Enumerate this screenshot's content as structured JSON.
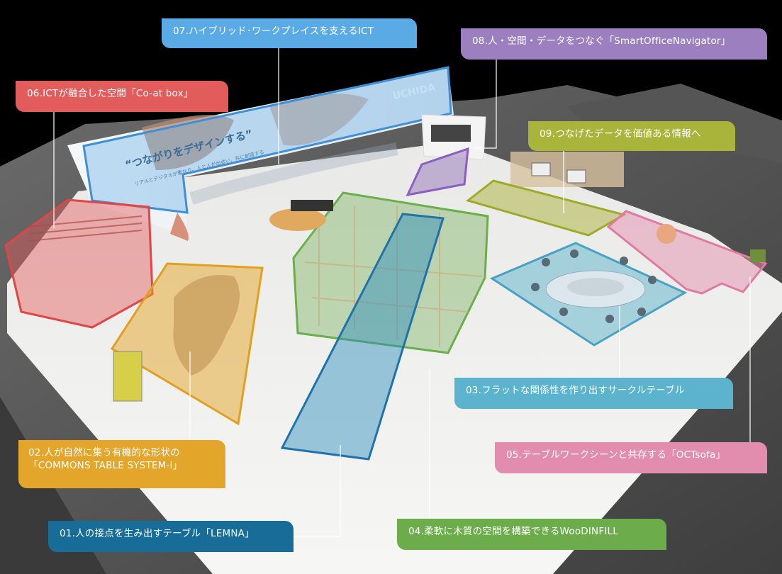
{
  "callouts": {
    "c01": "01.人の接点を生み出すテーブル「LEMNA」",
    "c02_line1": "02.人が自然に集う有機的な形状の",
    "c02_line2": "「COMMONS TABLE SYSTEM-i」",
    "c03": "03.フラットな関係性を作り出すサークルテーブル",
    "c04": "04.柔軟に木質の空間を構築できるWooDINFILL",
    "c05": "05.テーブルワークシーンと共存する「OCTsofa」",
    "c06": "06.ICTが融合した空間「Co-at box」",
    "c07": "07.ハイブリッド･ワークプレイスを支えるICT",
    "c08": "08.人・空間・データをつなぐ「SmartOfficeNavigator」",
    "c09": "09.つなげたデータを価値ある情報へ"
  },
  "wall": {
    "brand": "UCHIDA",
    "slogan": "“つながりをデザインする”",
    "subtext": "リアルとデジタルが重なり、人と人が出会い、共に創造する"
  },
  "colors": {
    "c01": "#176d97",
    "c02": "#e3a52a",
    "c03": "#5cb3cd",
    "c04": "#6cac4b",
    "c05": "#e38dae",
    "c06": "#e25c5c",
    "c07": "#5aaae6",
    "c08": "#9b7fbf",
    "c09": "#a9b43a"
  }
}
